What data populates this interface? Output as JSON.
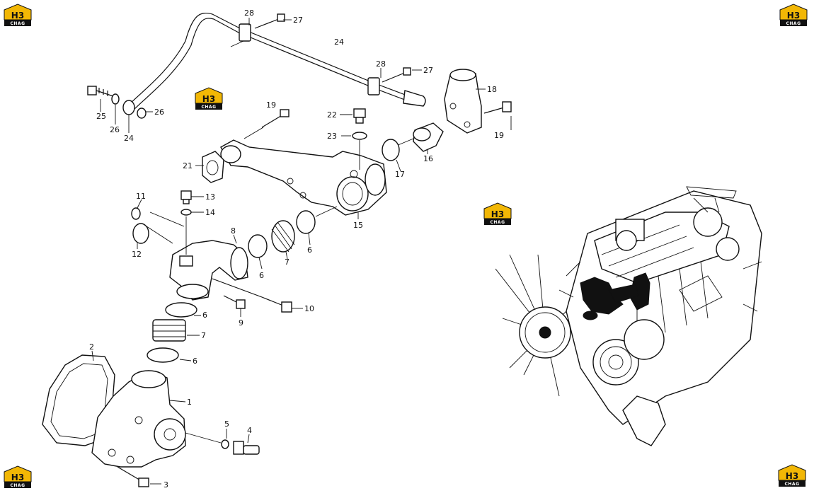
{
  "watermark": {
    "top_text": "H3",
    "bottom_text": "CHAG",
    "accent_color": "#f2b705"
  },
  "callouts": [
    {
      "id": "c28a",
      "text": "28"
    },
    {
      "id": "c27a",
      "text": "27"
    },
    {
      "id": "c24a",
      "text": "24"
    },
    {
      "id": "c28b",
      "text": "28"
    },
    {
      "id": "c27b",
      "text": "27"
    },
    {
      "id": "c18",
      "text": "18"
    },
    {
      "id": "c25",
      "text": "25"
    },
    {
      "id": "c26a",
      "text": "26"
    },
    {
      "id": "c26b",
      "text": "26"
    },
    {
      "id": "c24b",
      "text": "24"
    },
    {
      "id": "c19a",
      "text": "19"
    },
    {
      "id": "c22",
      "text": "22"
    },
    {
      "id": "c23",
      "text": "23"
    },
    {
      "id": "c19b",
      "text": "19"
    },
    {
      "id": "c16",
      "text": "16"
    },
    {
      "id": "c21",
      "text": "21"
    },
    {
      "id": "c17",
      "text": "17"
    },
    {
      "id": "c11",
      "text": "11"
    },
    {
      "id": "c13",
      "text": "13"
    },
    {
      "id": "c14",
      "text": "14"
    },
    {
      "id": "c15",
      "text": "15"
    },
    {
      "id": "c12",
      "text": "12"
    },
    {
      "id": "c8",
      "text": "8"
    },
    {
      "id": "c6a",
      "text": "6"
    },
    {
      "id": "c7a",
      "text": "7"
    },
    {
      "id": "c6b",
      "text": "6"
    },
    {
      "id": "c6c",
      "text": "6"
    },
    {
      "id": "c9",
      "text": "9"
    },
    {
      "id": "c10",
      "text": "10"
    },
    {
      "id": "c7b",
      "text": "7"
    },
    {
      "id": "c2",
      "text": "2"
    },
    {
      "id": "c6d",
      "text": "6"
    },
    {
      "id": "c1",
      "text": "1"
    },
    {
      "id": "c5",
      "text": "5"
    },
    {
      "id": "c4",
      "text": "4"
    },
    {
      "id": "c3",
      "text": "3"
    }
  ]
}
